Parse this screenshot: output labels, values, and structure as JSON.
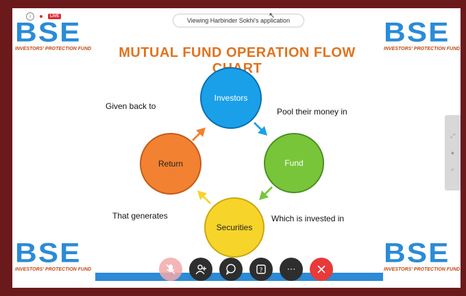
{
  "session": {
    "viewing_text": "Viewing Harbinder Sokhi's application",
    "live_badge": "LIVE"
  },
  "logo": {
    "brand": "BSE",
    "tagline": "INVESTORS' PROTECTION FUND"
  },
  "slide": {
    "title": "MUTUAL FUND OPERATION FLOW CHART",
    "nodes": {
      "investors": "Investors",
      "fund": "Fund",
      "securities": "Securities",
      "return": "Return"
    },
    "edges": {
      "investors_to_fund": "Pool their money in",
      "fund_to_securities": "Which is invested in",
      "securities_to_return": "That generates",
      "return_to_investors": "Given back to"
    },
    "colors": {
      "investors": "#1aa0e8",
      "fund": "#78c53a",
      "securities": "#f7d42a",
      "return": "#f28131",
      "title": "#e0731f",
      "brand": "#2b8bd6"
    }
  },
  "controls": [
    {
      "name": "mic-button",
      "icon": "mic-off-icon"
    },
    {
      "name": "participants-button",
      "icon": "participants-icon"
    },
    {
      "name": "chat-button",
      "icon": "chat-icon"
    },
    {
      "name": "qa-button",
      "icon": "question-icon"
    },
    {
      "name": "more-button",
      "icon": "more-icon"
    },
    {
      "name": "leave-button",
      "icon": "close-icon"
    }
  ]
}
